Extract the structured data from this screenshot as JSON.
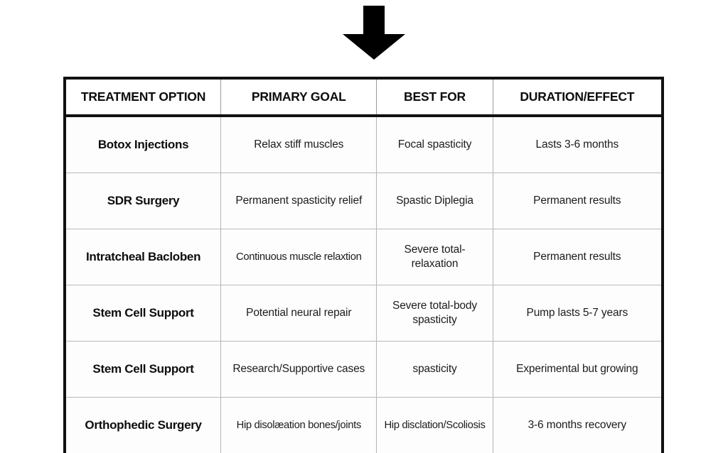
{
  "graphic": {
    "arrow_icon": "arrow-down-icon",
    "arrow_color": "#000000"
  },
  "table": {
    "name": "treatment-options-table",
    "border_color": "#111111",
    "grid_color": "#b4b4b4",
    "background": "#fdfdfd",
    "columns": [
      "TREATMENT OPTION",
      "PRIMARY GOAL",
      "BEST FOR",
      "DURATION/EFFECT"
    ],
    "rows": [
      {
        "option": "Botox Injections",
        "primary_goal": "Relax stiff muscles",
        "best_for": "Focal spasticity",
        "duration_effect": "Lasts 3-6 months"
      },
      {
        "option": "SDR Surgery",
        "primary_goal": "Permanent spasticity relief",
        "best_for": "Spastic Diplegia",
        "duration_effect": "Permanent results"
      },
      {
        "option": "Intratcheal Bacloben",
        "primary_goal": "Continuous muscle relaxtion",
        "best_for": "Severe total-relaxation",
        "duration_effect": "Permanent results"
      },
      {
        "option": "Stem Cell Support",
        "primary_goal": "Potential neural repair",
        "best_for": "Severe total-body spasticity",
        "duration_effect": "Pump lasts 5-7 years"
      },
      {
        "option": "Stem Cell Support",
        "primary_goal": "Research/Supportive cases",
        "best_for": "spasticity",
        "duration_effect": "Experimental but growing"
      },
      {
        "option": "Orthophedic Surgery",
        "primary_goal": "Hip disolæation bones/joints",
        "best_for": "Hip disclation/Scoliosis",
        "duration_effect": "3-6 months recovery"
      }
    ]
  }
}
